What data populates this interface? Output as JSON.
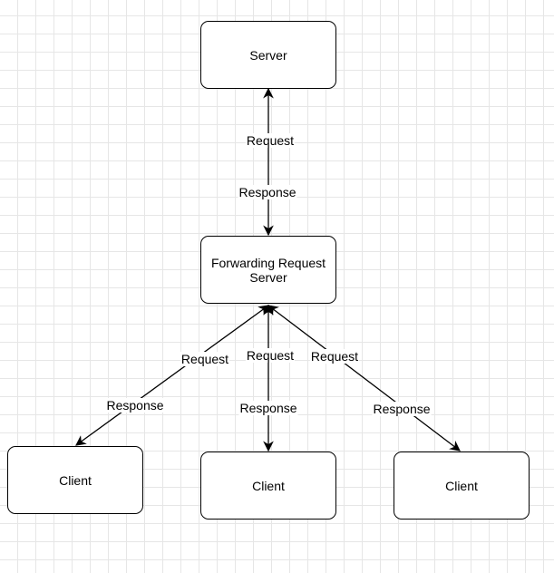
{
  "nodes": {
    "server": "Server",
    "forwarding": "Forwarding Request Server",
    "client_left": "Client",
    "client_middle": "Client",
    "client_right": "Client"
  },
  "edge_labels": {
    "top_request": "Request",
    "top_response": "Response",
    "left_request": "Request",
    "left_response": "Response",
    "middle_request": "Request",
    "middle_response": "Response",
    "right_request": "Request",
    "right_response": "Response"
  }
}
